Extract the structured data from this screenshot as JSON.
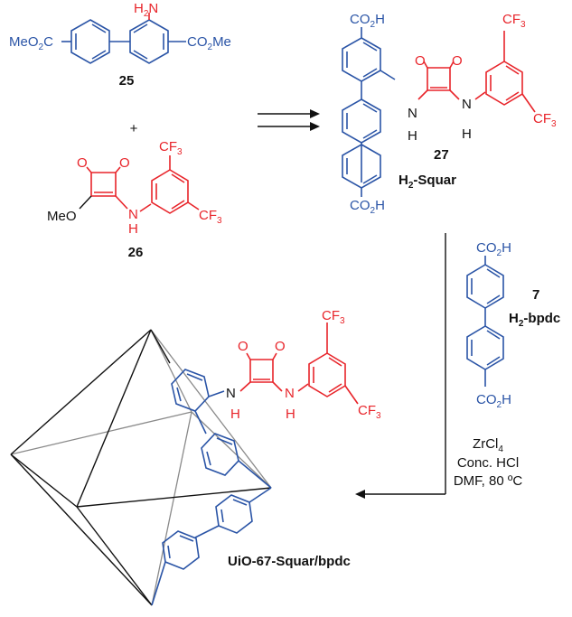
{
  "colors": {
    "linker_blue": "#2a54a6",
    "squaramide_red": "#e8242a",
    "text_black": "#111111"
  },
  "compound_25": {
    "number": "25",
    "ester_left": "MeO",
    "ester_left_sub": "2",
    "ester_left_tail": "C",
    "ester_right": "CO",
    "ester_right_sub": "2",
    "ester_right_tail": "Me",
    "amine_h": "H",
    "amine_sub": "2",
    "amine_n": "N"
  },
  "plus_sign": "+",
  "compound_26": {
    "number": "26",
    "o1": "O",
    "o2": "O",
    "methoxy": "MeO",
    "nh_n": "N",
    "nh_h": "H",
    "cf3_a": "CF",
    "cf3_a_sub": "3",
    "cf3_b": "CF",
    "cf3_b_sub": "3"
  },
  "compound_27": {
    "number": "27",
    "name_h": "H",
    "name_sub": "2",
    "name_tail": "-Squar",
    "acid_top": "CO",
    "acid_top_sub": "2",
    "acid_top_tail": "H",
    "acid_bottom": "CO",
    "acid_bottom_sub": "2",
    "acid_bottom_tail": "H",
    "o1": "O",
    "o2": "O",
    "n1": "N",
    "h1": "H",
    "n2": "N",
    "h2": "H",
    "cf3_a": "CF",
    "cf3_a_sub": "3",
    "cf3_b": "CF",
    "cf3_b_sub": "3"
  },
  "compound_7": {
    "number": "7",
    "name_h": "H",
    "name_sub": "2",
    "name_tail": "-bpdc",
    "acid_top": "CO",
    "acid_top_sub": "2",
    "acid_top_tail": "H",
    "acid_bottom": "CO",
    "acid_bottom_sub": "2",
    "acid_bottom_tail": "H"
  },
  "conditions": {
    "line1_main": "ZrCl",
    "line1_sub": "4",
    "line2": "Conc. HCl",
    "line3": "DMF, 80 ºC"
  },
  "product": {
    "name": "UiO-67-Squar/bpdc",
    "o1": "O",
    "o2": "O",
    "n1": "N",
    "h1": "H",
    "n2": "N",
    "h2": "H",
    "cf3_a": "CF",
    "cf3_a_sub": "3",
    "cf3_b": "CF",
    "cf3_b_sub": "3"
  }
}
